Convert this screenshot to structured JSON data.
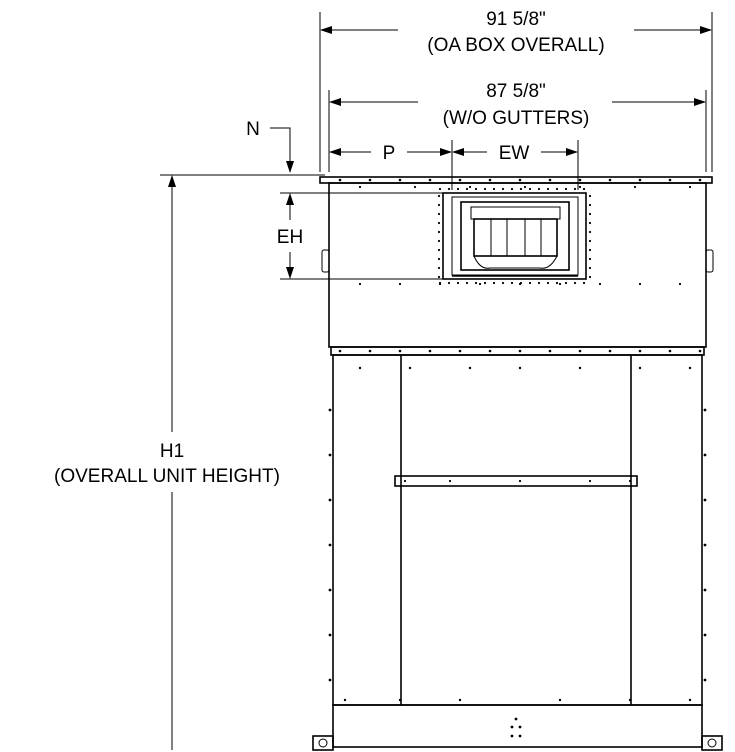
{
  "dimensions": {
    "oa_box_overall": {
      "value": "91 5/8\"",
      "note": "(OA BOX OVERALL)"
    },
    "without_gutters": {
      "value": "87 5/8\"",
      "note": "(W/O GUTTERS)"
    },
    "p": "P",
    "ew": "EW",
    "n": "N",
    "eh": "EH",
    "h1": {
      "value": "H1",
      "note": "(OVERALL UNIT HEIGHT)"
    }
  }
}
